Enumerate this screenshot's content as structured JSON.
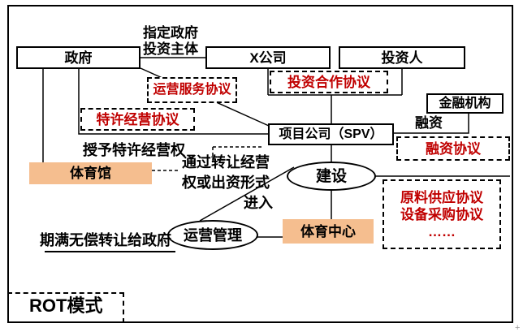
{
  "colors": {
    "accent_orange": "#F5BE8F",
    "agreement_red": "#C00000",
    "line_black": "#000000"
  },
  "nodes": {
    "government": "政府",
    "x_company": "X公司",
    "investor": "投资人",
    "financial_institution": "金融机构",
    "spv": "项目公司（SPV）",
    "gymnasium": "体育馆",
    "sports_center": "体育中心",
    "construction": "建设",
    "operation_management": "运营管理"
  },
  "agreements": {
    "operation_service": "运营服务协议",
    "franchise": "特许经营协议",
    "investment_cooperation": "投资合作协议",
    "financing": "融资协议",
    "supply_lines": [
      "原料供应协议",
      "设备采购协议",
      "……"
    ]
  },
  "labels": {
    "designated_lines": [
      "指定政府",
      "投资主体"
    ],
    "grant_franchise": "授予特许经营权",
    "entry_lines": [
      "通过转让经营",
      "权或出资形式",
      "进入"
    ],
    "financing_short": "融资",
    "expire_transfer": "期满无偿转让给政府",
    "rot_mode": "ROT模式",
    "cursor_glyph": "+"
  }
}
